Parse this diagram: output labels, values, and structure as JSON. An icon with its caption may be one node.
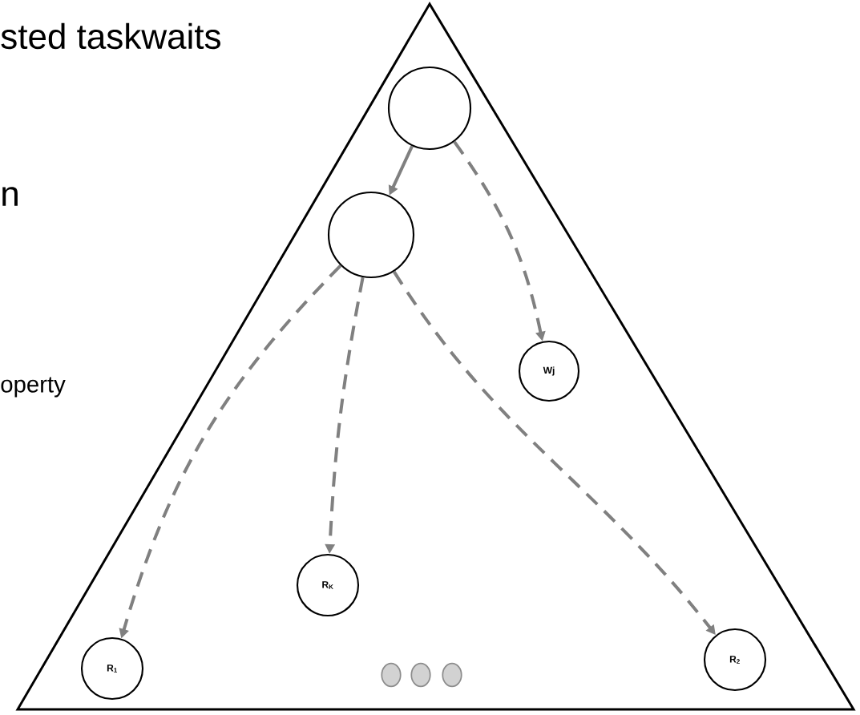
{
  "diagram": {
    "nodes": [
      {
        "text": [],
        "shape": "triangle"
      },
      {
        "text": [],
        "shape": "circle",
        "in": 0
      },
      {
        "text": [],
        "shape": "circle",
        "in": 0
      },
      {
        "text": [
          "Wj"
        ],
        "in": 0
      },
      {
        "text": [
          "R$_{K}$"
        ],
        "in": 0
      },
      {
        "text": [
          "R$_{1}$"
        ],
        "in": 0
      },
      {
        "text": [
          "R$_{2}$"
        ],
        "in": 0
      },
      {
        "text": [],
        "shape": "circle",
        "in": 0
      },
      {
        "text": [],
        "shape": "circle",
        "in": 0
      },
      {
        "text": [],
        "shape": "circle",
        "in": 0
      }
    ],
    "edges": [
      {
        "from": 1,
        "to": 2,
        "arrow": "to"
      },
      {
        "from": 1,
        "to": 3,
        "arrow": "to",
        "style": "dashed"
      },
      {
        "from": 2,
        "to": 5,
        "arrow": "to",
        "style": "dashed"
      },
      {
        "from": 2,
        "to": 4,
        "arrow": "to",
        "style": "dashed"
      },
      {
        "from": 2,
        "to": 6,
        "arrow": "to",
        "style": "dashed"
      }
    ],
    "labels": [
      "sted taskwaits",
      "n",
      "operty"
    ]
  }
}
